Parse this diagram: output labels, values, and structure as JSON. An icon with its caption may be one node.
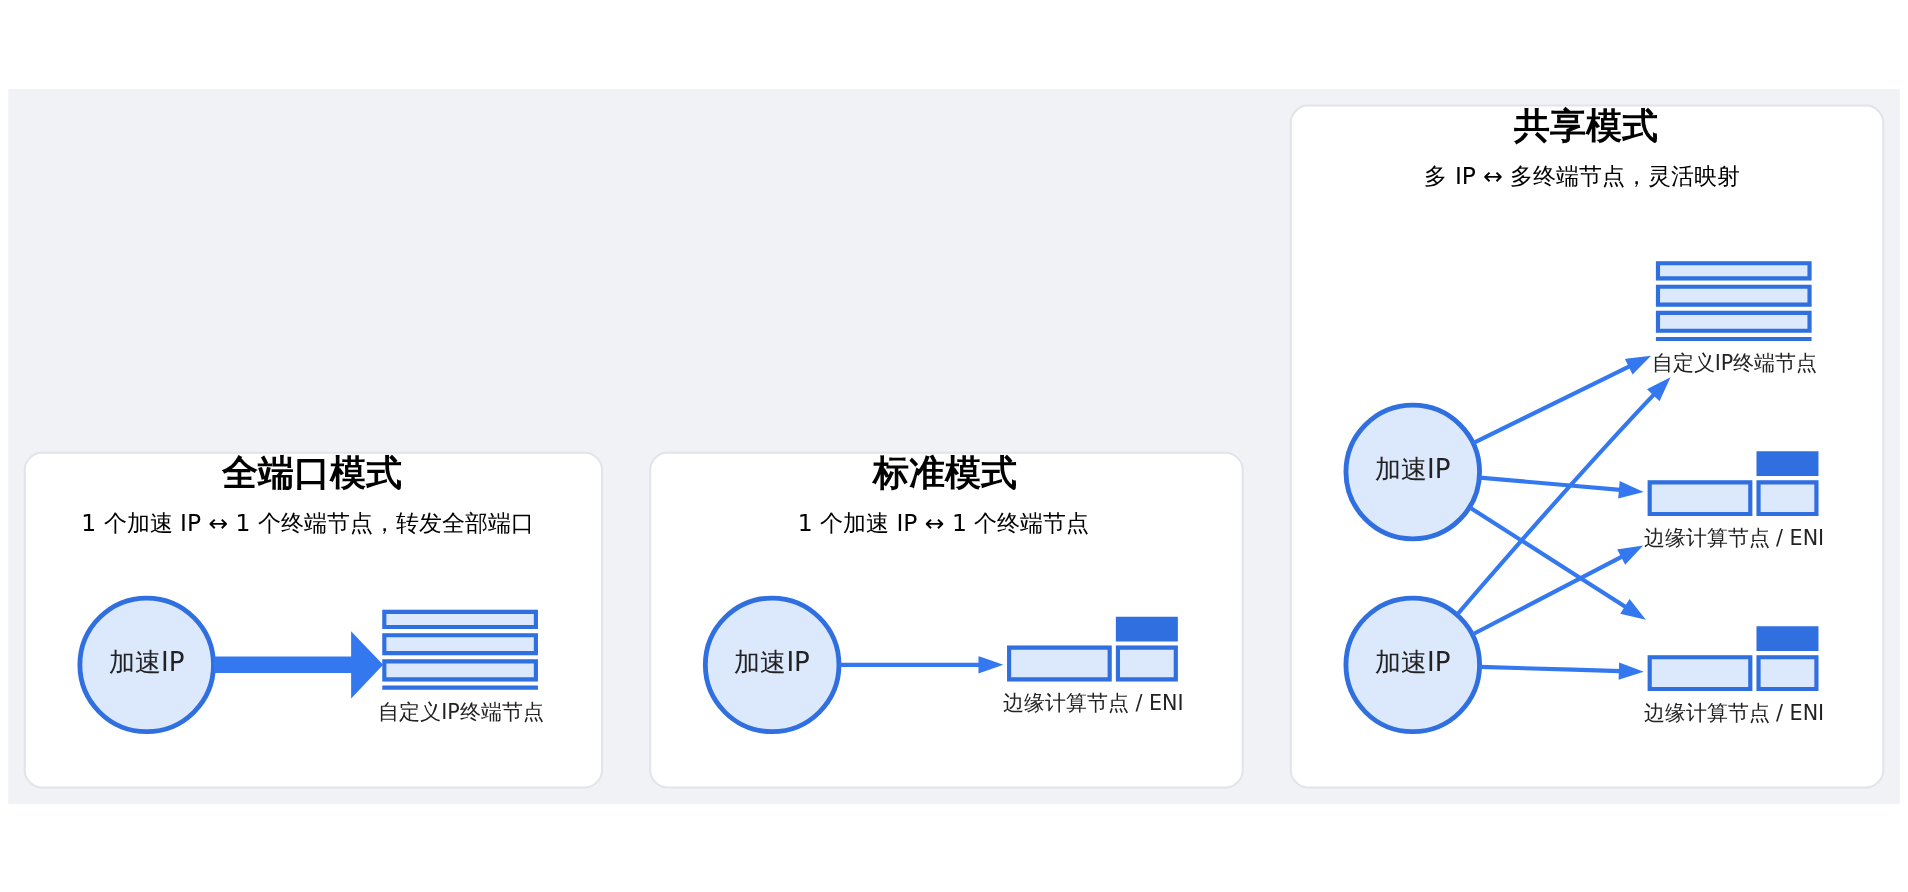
{
  "diagram": {
    "nodes": [
      {
        "text": [
          "全端口模式",
          "1 个加速 IP ↔ 1 个终端节点，转发全部端口"
        ]
      },
      {
        "text": [
          "加速IP"
        ],
        "in": 0
      },
      {
        "text": [
          "自定义IP终端节点"
        ],
        "in": 0
      },
      {
        "text": [
          "标准模式",
          "1 个加速 IP ↔ 1 个终端节点"
        ]
      },
      {
        "text": [
          "加速IP"
        ],
        "in": 3
      },
      {
        "text": [
          "边缘计算节点 / ENI"
        ],
        "in": 3
      },
      {
        "text": [
          "共享模式",
          "多 IP ↔ 多终端节点，灵活映射"
        ]
      },
      {
        "text": [
          "加速IP"
        ],
        "in": 6
      },
      {
        "text": [
          "加速IP"
        ],
        "in": 6
      },
      {
        "text": [
          "自定义IP终端节点"
        ],
        "in": 6
      },
      {
        "text": [
          "边缘计算节点 / ENI"
        ],
        "in": 6
      },
      {
        "text": [
          "边缘计算节点 / ENI"
        ],
        "in": 6
      }
    ],
    "edges": [
      {
        "from": 1,
        "to": 2,
        "arrow": "to",
        "style": "thick"
      },
      {
        "from": 4,
        "to": 5,
        "arrow": "to"
      },
      {
        "from": 7,
        "to": 9,
        "arrow": "to"
      },
      {
        "from": 7,
        "to": 10,
        "arrow": "to"
      },
      {
        "from": 7,
        "to": 11,
        "arrow": "to"
      },
      {
        "from": 8,
        "to": 9,
        "arrow": "to"
      },
      {
        "from": 8,
        "to": 10,
        "arrow": "to"
      },
      {
        "from": 8,
        "to": 11,
        "arrow": "to"
      }
    ]
  }
}
